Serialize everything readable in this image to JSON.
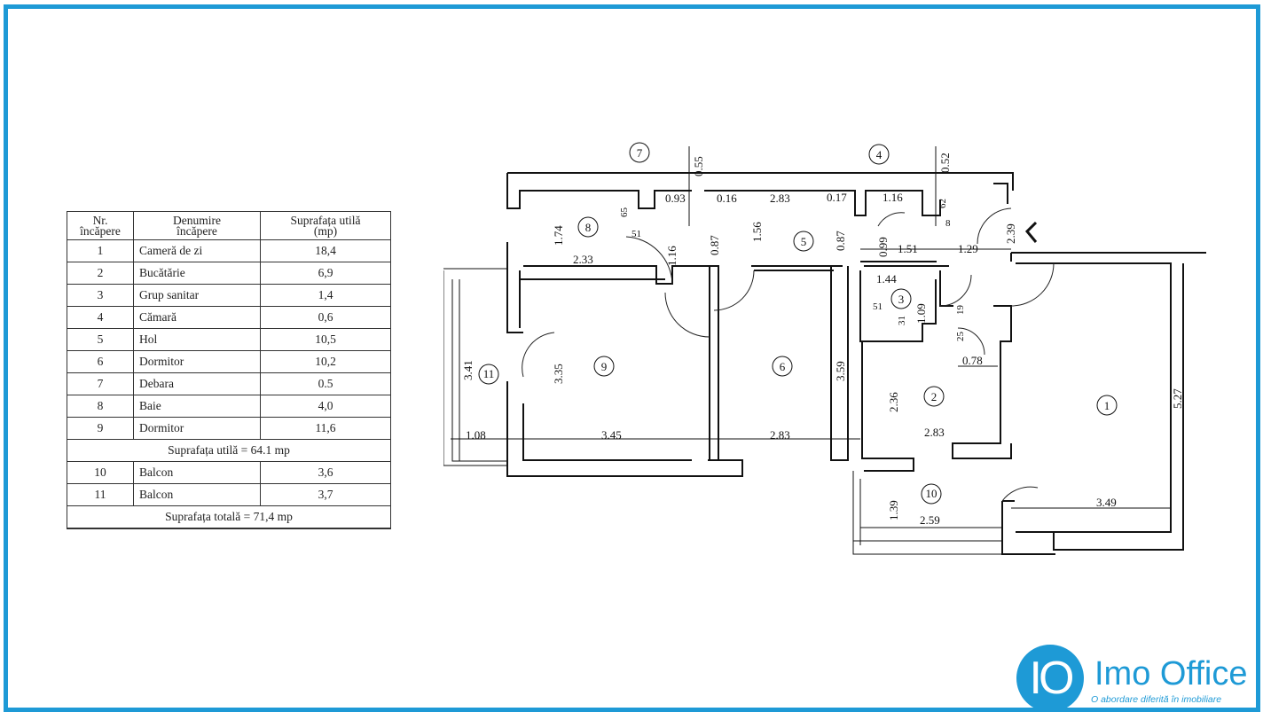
{
  "table": {
    "headers": [
      "Nr.\nîncăpere",
      "Denumire\nîncăpere",
      "Suprafața utilă\n(mp)"
    ],
    "rows": [
      {
        "nr": "1",
        "name": "Cameră de zi",
        "area": "18,4"
      },
      {
        "nr": "2",
        "name": "Bucătărie",
        "area": "6,9"
      },
      {
        "nr": "3",
        "name": "Grup sanitar",
        "area": "1,4"
      },
      {
        "nr": "4",
        "name": "Cămară",
        "area": "0,6"
      },
      {
        "nr": "5",
        "name": "Hol",
        "area": "10,5"
      },
      {
        "nr": "6",
        "name": "Dormitor",
        "area": "10,2"
      },
      {
        "nr": "7",
        "name": "Debara",
        "area": "0.5"
      },
      {
        "nr": "8",
        "name": "Baie",
        "area": "4,0"
      },
      {
        "nr": "9",
        "name": "Dormitor",
        "area": "11,6"
      }
    ],
    "subtotal": "Suprafața utilă = 64.1 mp",
    "balcony_rows": [
      {
        "nr": "10",
        "name": "Balcon",
        "area": "3,6"
      },
      {
        "nr": "11",
        "name": "Balcon",
        "area": "3,7"
      }
    ],
    "total": "Suprafața totală = 71,4 mp"
  },
  "plan": {
    "room_numbers": [
      "1",
      "2",
      "3",
      "4",
      "5",
      "6",
      "7",
      "8",
      "9",
      "10",
      "11"
    ],
    "dimensions": {
      "d055": "0.55",
      "d093": "0.93",
      "d016": "0.16",
      "d283a": "2.83",
      "d017": "0.17",
      "d116a": "1.16",
      "d052": "0.52",
      "d62": "62",
      "d8": "8",
      "d65": "65",
      "d174": "1.74",
      "d51a": "51",
      "d116b": "1.16",
      "d087a": "0.87",
      "d156": "1.56",
      "d087b": "0.87",
      "d099": "0.99",
      "d151": "1.51",
      "d129": "1.29",
      "d239": "2.39",
      "d233": "2.33",
      "d144": "1.44",
      "d51b": "51",
      "d31": "31",
      "d109": "1.09",
      "d19": "19",
      "d25": "25",
      "d078": "0.78",
      "d341": "3.41",
      "d335": "3.35",
      "d359": "3.59",
      "d236": "2.36",
      "d527": "5.27",
      "d108": "1.08",
      "d345": "3.45",
      "d283b": "2.83",
      "d283c": "2.83",
      "d139": "1.39",
      "d259": "2.59",
      "d349": "3.49"
    }
  },
  "logo": {
    "mark": "IO",
    "name": "Imo Office",
    "tagline": "O abordare diferită în imobiliare",
    "color": "#1e9ad6"
  }
}
